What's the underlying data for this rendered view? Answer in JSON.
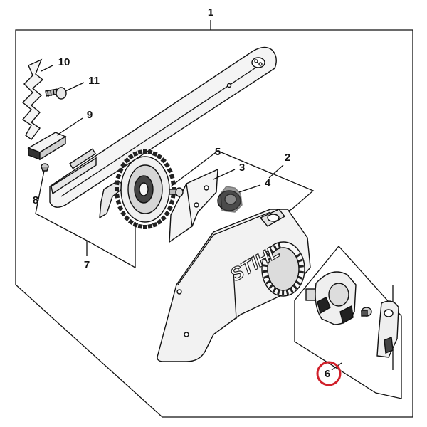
{
  "diagram": {
    "callouts": {
      "c1": "1",
      "c2": "2",
      "c3": "3",
      "c4": "4",
      "c5": "5",
      "c6": "6",
      "c7": "7",
      "c8": "8",
      "c9": "9",
      "c10": "10",
      "c11": "11"
    },
    "brand_logo": "STIHL",
    "highlight_color": "#d0202a",
    "line_color": "#111111",
    "part_fill": "#f2f2f2",
    "part_shadow": "#c8c8c8"
  }
}
